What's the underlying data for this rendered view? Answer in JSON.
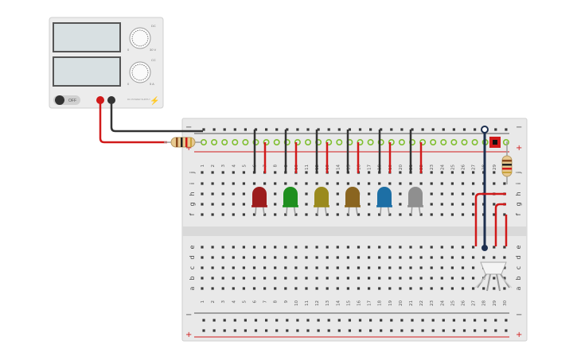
{
  "power_supply": {
    "switch_label": "OFF",
    "model_text": "DC POWER SUPPLY",
    "voltage_dial": {
      "min_label": "0",
      "max_label": "30 V",
      "knob_label": "DC"
    },
    "current_dial": {
      "min_label": "0",
      "max_label": "5 A",
      "knob_label": "CC"
    }
  },
  "breadboard": {
    "column_labels": [
      "1",
      "2",
      "3",
      "4",
      "5",
      "6",
      "7",
      "8",
      "9",
      "10",
      "11",
      "12",
      "13",
      "14",
      "15",
      "16",
      "17",
      "18",
      "19",
      "20",
      "21",
      "22",
      "23",
      "24",
      "25",
      "26",
      "27",
      "28",
      "29",
      "30"
    ],
    "upper_row_labels": [
      "j",
      "i",
      "h",
      "g",
      "f"
    ],
    "lower_row_labels": [
      "e",
      "d",
      "c",
      "b",
      "a"
    ],
    "rail_minus": "−",
    "rail_plus": "+"
  },
  "leds": [
    {
      "name": "red-led",
      "color": "#9c1c1c"
    },
    {
      "name": "green-led",
      "color": "#1f8f1f"
    },
    {
      "name": "yellow-led",
      "color": "#9a8a1e"
    },
    {
      "name": "orange-led",
      "color": "#8a6520"
    },
    {
      "name": "blue-led",
      "color": "#1d6fa5"
    },
    {
      "name": "white-led",
      "color": "#8f8f8f"
    }
  ],
  "colors": {
    "wire_red": "#d11a1a",
    "wire_black": "#333333",
    "wire_navy": "#1d2f4f"
  }
}
